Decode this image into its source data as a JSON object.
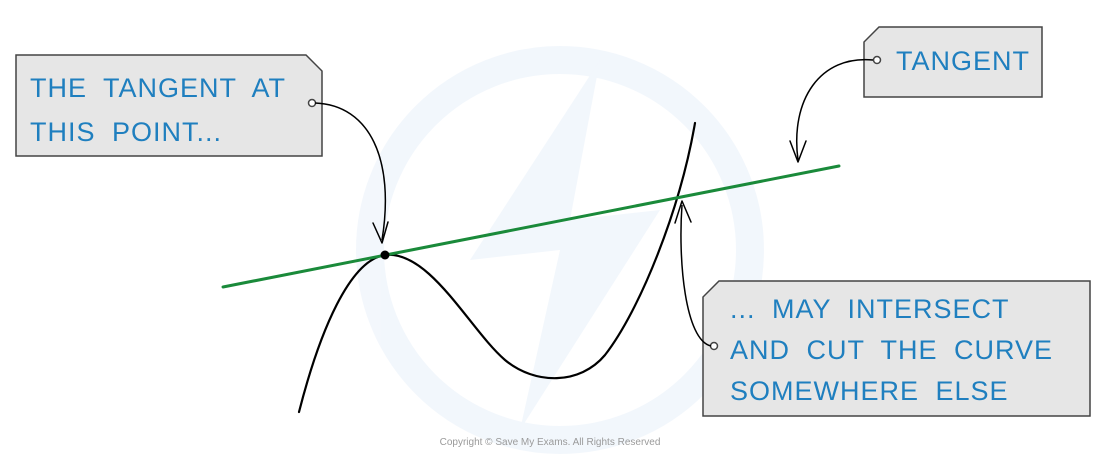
{
  "labels": {
    "tangent_at_point": [
      "THE TANGENT AT",
      "THIS POINT..."
    ],
    "tangent": "TANGENT",
    "intersect": [
      "... MAY INTERSECT",
      "AND CUT THE CURVE",
      "SOMEWHERE ELSE"
    ]
  },
  "copyright": "Copyright © Save My Exams. All Rights Reserved",
  "colors": {
    "label_text": "#1f7fbf",
    "label_fill": "#e6e6e6",
    "tangent_line": "#1a8a3a",
    "curve": "#000000"
  }
}
